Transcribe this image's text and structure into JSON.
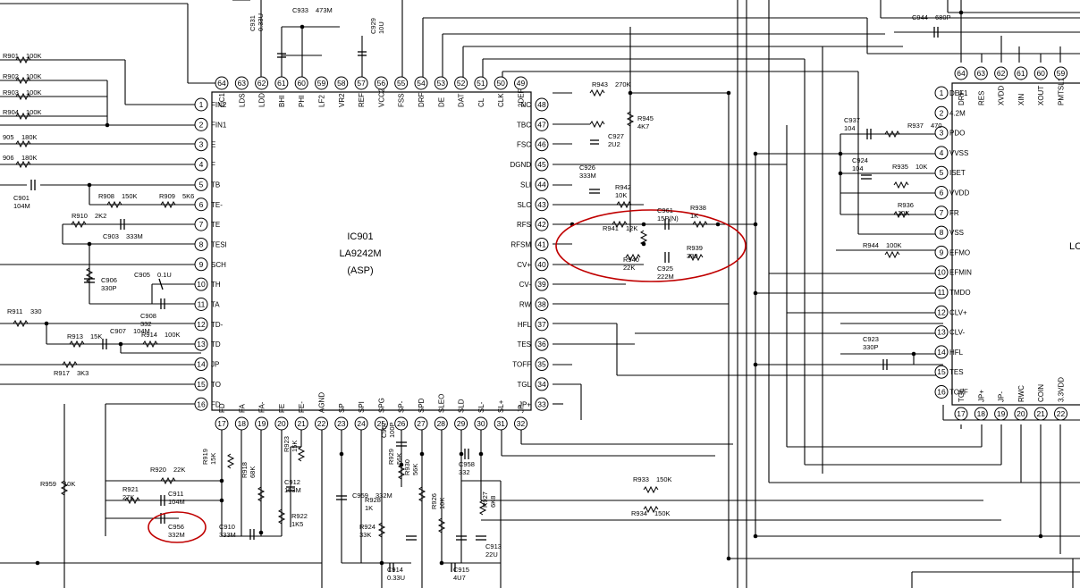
{
  "ic901": {
    "ref": "IC901",
    "part": "LA9242M",
    "func": "(ASP)",
    "left_pins": [
      {
        "n": "1",
        "l": "FIN2"
      },
      {
        "n": "2",
        "l": "FIN1"
      },
      {
        "n": "3",
        "l": "E"
      },
      {
        "n": "4",
        "l": "F"
      },
      {
        "n": "5",
        "l": "TB"
      },
      {
        "n": "6",
        "l": "TE-"
      },
      {
        "n": "7",
        "l": "TE"
      },
      {
        "n": "8",
        "l": "TESI"
      },
      {
        "n": "9",
        "l": "SCH"
      },
      {
        "n": "10",
        "l": "TH"
      },
      {
        "n": "11",
        "l": "TA"
      },
      {
        "n": "12",
        "l": "TD-"
      },
      {
        "n": "13",
        "l": "TD"
      },
      {
        "n": "14",
        "l": "JP"
      },
      {
        "n": "15",
        "l": "TO"
      },
      {
        "n": "16",
        "l": "FD"
      }
    ],
    "top_pins": [
      {
        "n": "64",
        "l": "CC1"
      },
      {
        "n": "63",
        "l": "LDS"
      },
      {
        "n": "62",
        "l": "LDD"
      },
      {
        "n": "61",
        "l": "BHI"
      },
      {
        "n": "60",
        "l": "PHI"
      },
      {
        "n": "59",
        "l": "LF2"
      },
      {
        "n": "58",
        "l": "VR2"
      },
      {
        "n": "57",
        "l": "REFI"
      },
      {
        "n": "56",
        "l": "VCC2"
      },
      {
        "n": "55",
        "l": "FSS"
      },
      {
        "n": "54",
        "l": "DRF"
      },
      {
        "n": "53",
        "l": "DE"
      },
      {
        "n": "52",
        "l": "DAT"
      },
      {
        "n": "51",
        "l": "CL"
      },
      {
        "n": "50",
        "l": "CLK"
      },
      {
        "n": "49",
        "l": "2DEF"
      }
    ],
    "bottom_pins": [
      {
        "n": "17",
        "l": "FD"
      },
      {
        "n": "18",
        "l": "FA"
      },
      {
        "n": "19",
        "l": "FA-"
      },
      {
        "n": "20",
        "l": "FE"
      },
      {
        "n": "21",
        "l": "FE-"
      },
      {
        "n": "22",
        "l": "AGND"
      },
      {
        "n": "23",
        "l": "SP"
      },
      {
        "n": "24",
        "l": "SPI"
      },
      {
        "n": "25",
        "l": "SPG"
      },
      {
        "n": "26",
        "l": "SP-"
      },
      {
        "n": "27",
        "l": "SPD"
      },
      {
        "n": "28",
        "l": "SLEO"
      },
      {
        "n": "29",
        "l": "SLD"
      },
      {
        "n": "30",
        "l": "SL-"
      },
      {
        "n": "31",
        "l": "SL+"
      },
      {
        "n": "32",
        "l": "JP-"
      }
    ],
    "right_pins": [
      {
        "n": "48",
        "l": "NC"
      },
      {
        "n": "47",
        "l": "TBC"
      },
      {
        "n": "46",
        "l": "FSC"
      },
      {
        "n": "45",
        "l": "DGND"
      },
      {
        "n": "44",
        "l": "SLI"
      },
      {
        "n": "43",
        "l": "SLC"
      },
      {
        "n": "42",
        "l": "RFS"
      },
      {
        "n": "41",
        "l": "RFSM"
      },
      {
        "n": "40",
        "l": "CV+"
      },
      {
        "n": "39",
        "l": "CV-"
      },
      {
        "n": "38",
        "l": "RW"
      },
      {
        "n": "37",
        "l": "HFL"
      },
      {
        "n": "36",
        "l": "TES"
      },
      {
        "n": "35",
        "l": "TOFF"
      },
      {
        "n": "34",
        "l": "TGL"
      },
      {
        "n": "33",
        "l": "JP+"
      }
    ]
  },
  "ic2": {
    "left_pins": [
      {
        "n": "1",
        "l": "DEF1"
      },
      {
        "n": "2",
        "l": "4.2M"
      },
      {
        "n": "3",
        "l": "PDO"
      },
      {
        "n": "4",
        "l": "VVSS"
      },
      {
        "n": "5",
        "l": "ISET"
      },
      {
        "n": "6",
        "l": "VVDD"
      },
      {
        "n": "7",
        "l": "FR"
      },
      {
        "n": "8",
        "l": "VSS"
      },
      {
        "n": "9",
        "l": "EFMO"
      },
      {
        "n": "10",
        "l": "EFMIN"
      },
      {
        "n": "11",
        "l": "TMDO"
      },
      {
        "n": "12",
        "l": "CLV+"
      },
      {
        "n": "13",
        "l": "CLV-"
      },
      {
        "n": "14",
        "l": "HFL"
      },
      {
        "n": "15",
        "l": "TES"
      },
      {
        "n": "16",
        "l": "TOFF"
      }
    ],
    "top_pins": [
      {
        "n": "64",
        "l": "DRF"
      },
      {
        "n": "63",
        "l": "RES"
      },
      {
        "n": "62",
        "l": "XVDD"
      },
      {
        "n": "61",
        "l": "XIN"
      },
      {
        "n": "60",
        "l": "XOUT"
      },
      {
        "n": "59",
        "l": "PMTSL1"
      }
    ],
    "bottom_pins": [
      {
        "n": "17",
        "l": "TGL"
      },
      {
        "n": "18",
        "l": "JP+"
      },
      {
        "n": "19",
        "l": "JP-"
      },
      {
        "n": "20",
        "l": "RWC"
      },
      {
        "n": "21",
        "l": "COIN"
      },
      {
        "n": "22",
        "l": "3.3VDD"
      }
    ],
    "edge_label": "LC"
  },
  "components": [
    {
      "ref": "R901",
      "val": "100K"
    },
    {
      "ref": "R902",
      "val": "100K"
    },
    {
      "ref": "R903",
      "val": "100K"
    },
    {
      "ref": "R904",
      "val": "100K"
    },
    {
      "ref": "905",
      "val": "180K"
    },
    {
      "ref": "906",
      "val": "180K"
    },
    {
      "ref": "C901",
      "val": "104M"
    },
    {
      "ref": "R908",
      "val": "150K"
    },
    {
      "ref": "R909",
      "val": "5K6"
    },
    {
      "ref": "R910",
      "val": "2K2"
    },
    {
      "ref": "C903",
      "val": "333M"
    },
    {
      "ref": "C906",
      "val": "330P"
    },
    {
      "ref": "C905",
      "val": "0.1U"
    },
    {
      "ref": "C908",
      "val": "332"
    },
    {
      "ref": "R911",
      "val": "330"
    },
    {
      "ref": "R913",
      "val": "15K"
    },
    {
      "ref": "C907",
      "val": "104M"
    },
    {
      "ref": "R914",
      "val": "100K"
    },
    {
      "ref": "R917",
      "val": "3K3"
    },
    {
      "ref": "C931",
      "val": "0.33U"
    },
    {
      "ref": "C933",
      "val": "473M"
    },
    {
      "ref": "C929",
      "val": "10U"
    },
    {
      "ref": "R943",
      "val": "270K"
    },
    {
      "ref": "R945",
      "val": "4K7"
    },
    {
      "ref": "C927",
      "val": "2U2"
    },
    {
      "ref": "C926",
      "val": "333M"
    },
    {
      "ref": "R942",
      "val": "10K"
    },
    {
      "ref": "R941",
      "val": "12K"
    },
    {
      "ref": "C961",
      "val": "15P(N)"
    },
    {
      "ref": "R938",
      "val": "1K"
    },
    {
      "ref": "R940",
      "val": "22K"
    },
    {
      "ref": "C925",
      "val": "222M"
    },
    {
      "ref": "R939",
      "val": "330"
    },
    {
      "ref": "C944",
      "val": "680P"
    },
    {
      "ref": "C937",
      "val": "104"
    },
    {
      "ref": "R937",
      "val": "470"
    },
    {
      "ref": "C924",
      "val": "104"
    },
    {
      "ref": "R935",
      "val": "10K"
    },
    {
      "ref": "R936",
      "val": "10K"
    },
    {
      "ref": "R944",
      "val": "100K"
    },
    {
      "ref": "C923",
      "val": "330P"
    },
    {
      "ref": "R959",
      "val": "10K"
    },
    {
      "ref": "R920",
      "val": "22K"
    },
    {
      "ref": "R919",
      "val": "15K"
    },
    {
      "ref": "R921",
      "val": "27K"
    },
    {
      "ref": "C911",
      "val": "104M"
    },
    {
      "ref": "C956",
      "val": "332M"
    },
    {
      "ref": "R918",
      "val": "68K"
    },
    {
      "ref": "C910",
      "val": "333M"
    },
    {
      "ref": "R923",
      "val": "15K"
    },
    {
      "ref": "C912",
      "val": "153M"
    },
    {
      "ref": "R922",
      "val": "1K5"
    },
    {
      "ref": "C959",
      "val": "332M"
    },
    {
      "ref": "R924",
      "val": "33K"
    },
    {
      "ref": "C957",
      "val": "100P"
    },
    {
      "ref": "R929",
      "val": "56K"
    },
    {
      "ref": "R928",
      "val": "1K"
    },
    {
      "ref": "R930",
      "val": "56K"
    },
    {
      "ref": "C914",
      "val": "0.33U"
    },
    {
      "ref": "R926",
      "val": "10K"
    },
    {
      "ref": "C958",
      "val": "332"
    },
    {
      "ref": "C915",
      "val": "4U7"
    },
    {
      "ref": "R927",
      "val": "6K8"
    },
    {
      "ref": "C913",
      "val": "22U"
    },
    {
      "ref": "R933",
      "val": "150K"
    },
    {
      "ref": "R934",
      "val": "150K"
    }
  ]
}
